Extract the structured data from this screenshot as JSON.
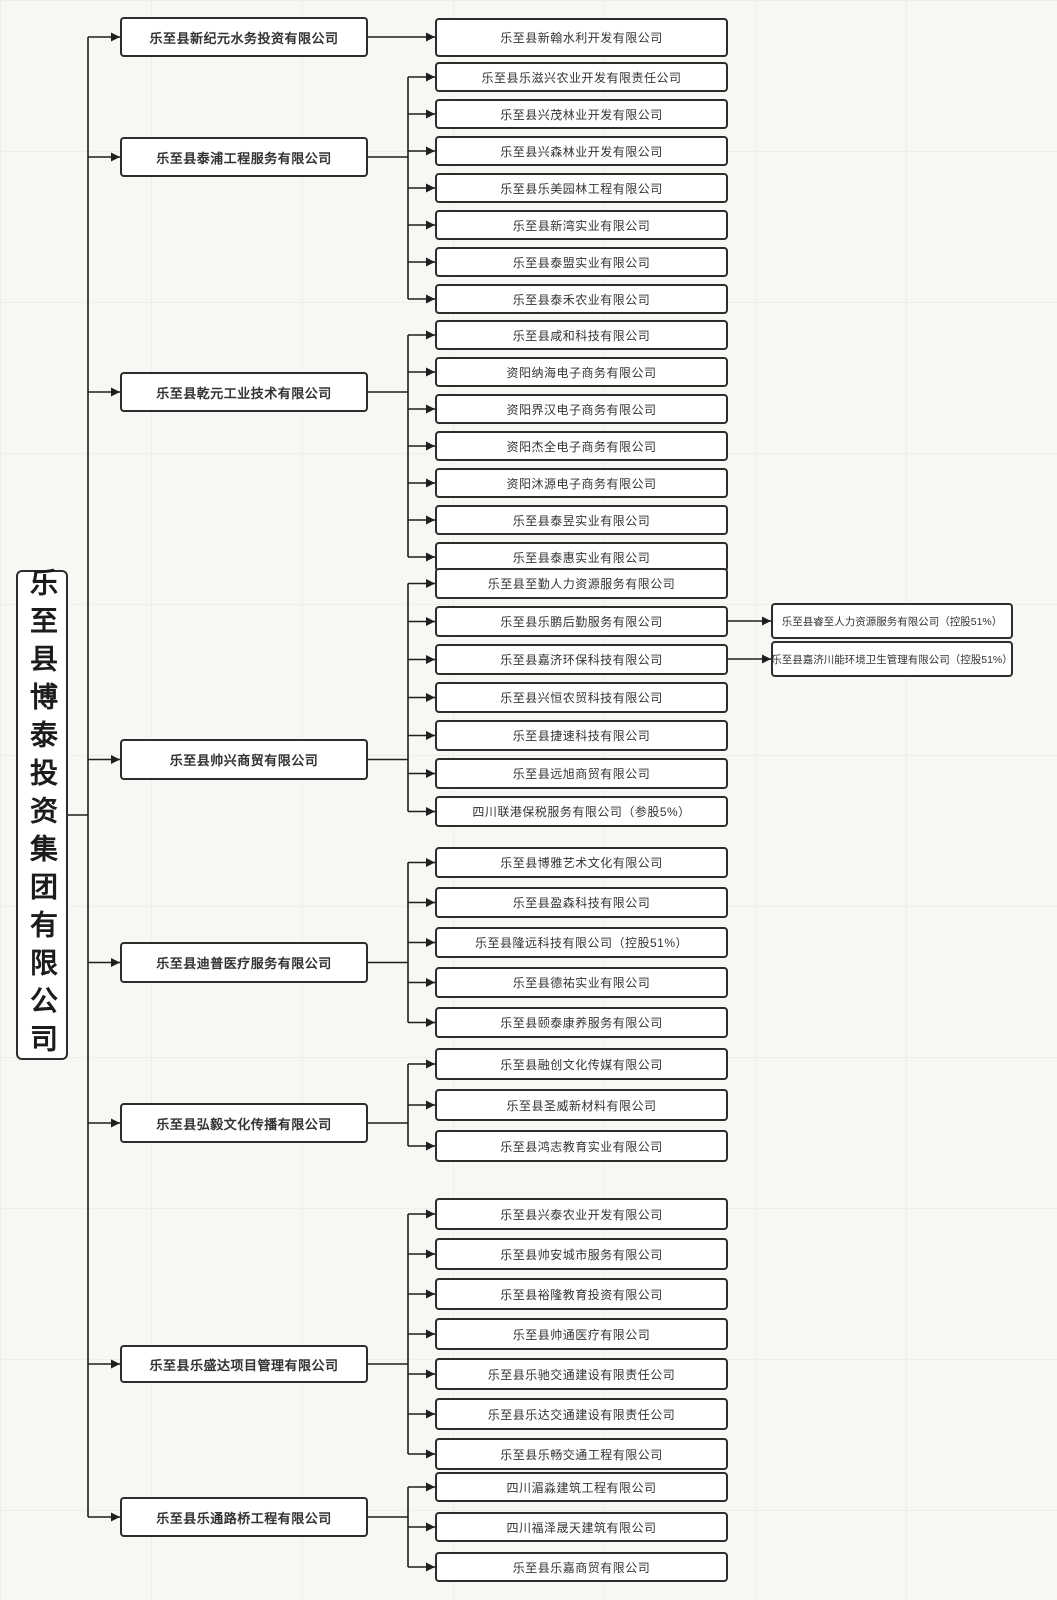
{
  "root": {
    "label": "乐至县博泰投资集团有限公司"
  },
  "groups": [
    {
      "parent": "乐至县新纪元水务投资有限公司",
      "children": [
        "乐至县新翰水利开发有限公司"
      ]
    },
    {
      "parent": "乐至县泰浦工程服务有限公司",
      "children": [
        "乐至县乐滋兴农业开发有限责任公司",
        "乐至县兴茂林业开发有限公司",
        "乐至县兴森林业开发有限公司",
        "乐至县乐美园林工程有限公司",
        "乐至县新湾实业有限公司",
        "乐至县泰盟实业有限公司",
        "乐至县泰禾农业有限公司"
      ]
    },
    {
      "parent": "乐至县乾元工业技术有限公司",
      "children": [
        "乐至县咸和科技有限公司",
        "资阳纳海电子商务有限公司",
        "资阳界汉电子商务有限公司",
        "资阳杰全电子商务有限公司",
        "资阳沐源电子商务有限公司",
        "乐至县泰昱实业有限公司",
        "乐至县泰惠实业有限公司"
      ]
    },
    {
      "parent": "乐至县帅兴商贸有限公司",
      "children": [
        "乐至县至勤人力资源服务有限公司",
        "乐至县乐鹏后勤服务有限公司",
        "乐至县嘉济环保科技有限公司",
        "乐至县兴恒农贸科技有限公司",
        "乐至县捷速科技有限公司",
        "乐至县远旭商贸有限公司",
        "四川联港保税服务有限公司（参股5%）"
      ]
    },
    {
      "parent": "乐至县迪普医疗服务有限公司",
      "children": [
        "乐至县博雅艺术文化有限公司",
        "乐至县盈森科技有限公司",
        "乐至县隆远科技有限公司（控股51%）",
        "乐至县德祐实业有限公司",
        "乐至县颐泰康养服务有限公司"
      ]
    },
    {
      "parent": "乐至县弘毅文化传播有限公司",
      "children": [
        "乐至县融创文化传媒有限公司",
        "乐至县圣威新材料有限公司",
        "乐至县鸿志教育实业有限公司"
      ]
    },
    {
      "parent": "乐至县乐盛达项目管理有限公司",
      "children": [
        "乐至县兴泰农业开发有限公司",
        "乐至县帅安城市服务有限公司",
        "乐至县裕隆教育投资有限公司",
        "乐至县帅通医疗有限公司",
        "乐至县乐驰交通建设有限责任公司",
        "乐至县乐达交通建设有限责任公司",
        "乐至县乐畅交通工程有限公司"
      ]
    },
    {
      "parent": "乐至县乐通路桥工程有限公司",
      "children": [
        "四川湄淼建筑工程有限公司",
        "四川福泽晟天建筑有限公司",
        "乐至县乐嘉商贸有限公司"
      ]
    }
  ],
  "grandchildren": [
    {
      "from_group": 3,
      "from_child": 1,
      "label": "乐至县睿至人力资源服务有限公司（控股51%）"
    },
    {
      "from_group": 3,
      "from_child": 2,
      "label": "乐至县嘉济川能环境卫生管理有限公司（控股51%）"
    }
  ],
  "colors": {
    "background": "#f7f7f4",
    "box_fill": "#ffffff",
    "box_border": "#2d2d2d",
    "line": "#1f1f1f",
    "text": "#333333"
  }
}
